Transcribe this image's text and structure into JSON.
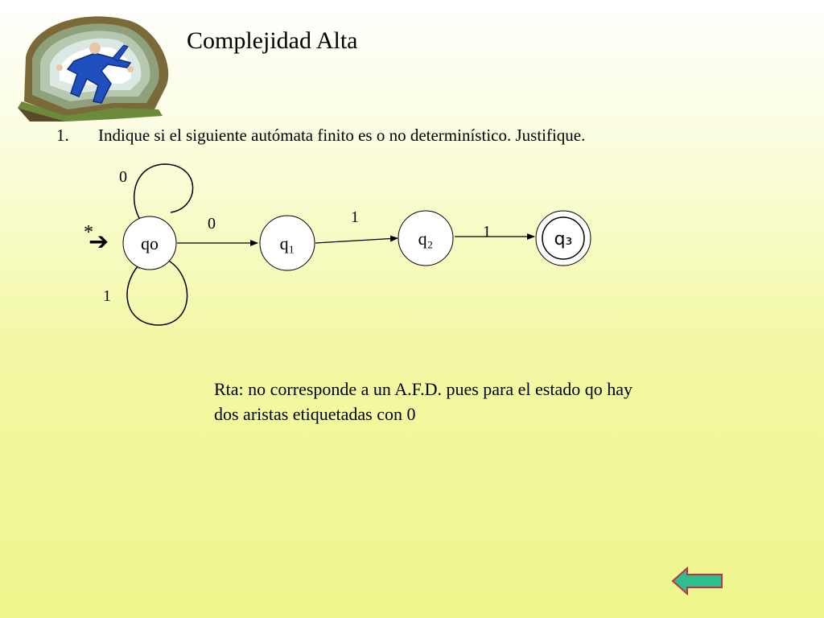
{
  "slide": {
    "title": "Complejidad Alta",
    "question_number": "1.",
    "question_text": "Indique si el siguiente autómata finito es o no determinístico.  Justifique.",
    "answer_line1": "Rta: no corresponde a un A.F.D. pues para el estado qo hay",
    "answer_line2": "dos aristas etiquetadas con 0"
  },
  "automaton": {
    "start_marker": "*",
    "start_arrow": "➔",
    "states": [
      {
        "id": "q0",
        "label": "qo",
        "accepting": false
      },
      {
        "id": "q1",
        "label": "q₁",
        "accepting": false
      },
      {
        "id": "q2",
        "label": "q₂",
        "accepting": false
      },
      {
        "id": "q3",
        "label": "q₃",
        "accepting": true
      }
    ],
    "transitions": [
      {
        "from": "qo",
        "to": "qo",
        "label": "0"
      },
      {
        "from": "qo",
        "to": "qo",
        "label": "1"
      },
      {
        "from": "qo",
        "to": "q₁",
        "label": "0"
      },
      {
        "from": "q₁",
        "to": "q₂",
        "label": "1"
      },
      {
        "from": "q₂",
        "to": "q₃",
        "label": "1"
      }
    ]
  },
  "navigation": {
    "back_icon": "back-arrow-icon",
    "arrow_color": "#2fbf8e"
  }
}
